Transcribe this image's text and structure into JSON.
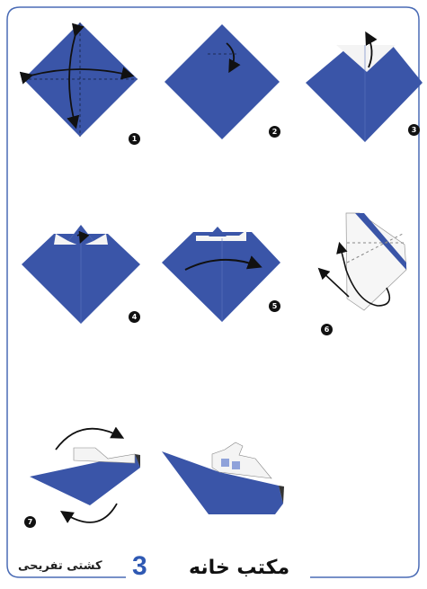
{
  "colors": {
    "paper": "#3a55a8",
    "paper_light": "#4a63b3",
    "frame": "#4a6bb5",
    "ink": "#111111",
    "accent": "#2f59b3"
  },
  "steps": [
    {
      "number": "1"
    },
    {
      "number": "2"
    },
    {
      "number": "3"
    },
    {
      "number": "4"
    },
    {
      "number": "5"
    },
    {
      "number": "6"
    },
    {
      "number": "7"
    }
  ],
  "footer": {
    "title": "کشتی تفریحی",
    "number": "3",
    "brand": "مکتب خانه"
  }
}
